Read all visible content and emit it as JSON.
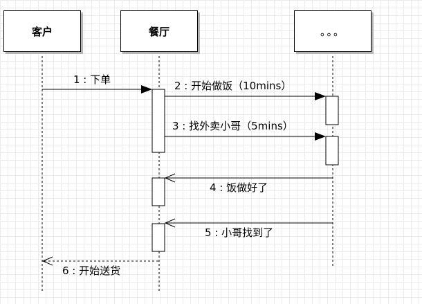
{
  "participants": [
    {
      "id": "customer",
      "label": "客户"
    },
    {
      "id": "restaurant",
      "label": "餐厅"
    },
    {
      "id": "other",
      "label": "。。。"
    }
  ],
  "messages": [
    {
      "label": "1 : 下单",
      "from": "customer",
      "to": "restaurant",
      "style": "sync"
    },
    {
      "label": "2 : 开始做饭（10mins）",
      "from": "restaurant",
      "to": "other",
      "style": "sync"
    },
    {
      "label": "3 : 找外卖小哥（5mins）",
      "from": "restaurant",
      "to": "other",
      "style": "sync"
    },
    {
      "label": "4 : 饭做好了",
      "from": "other",
      "to": "restaurant",
      "style": "async"
    },
    {
      "label": "5 : 小哥找到了",
      "from": "other",
      "to": "restaurant",
      "style": "async"
    },
    {
      "label": "6 : 开始送货",
      "from": "restaurant",
      "to": "customer",
      "style": "return"
    }
  ]
}
